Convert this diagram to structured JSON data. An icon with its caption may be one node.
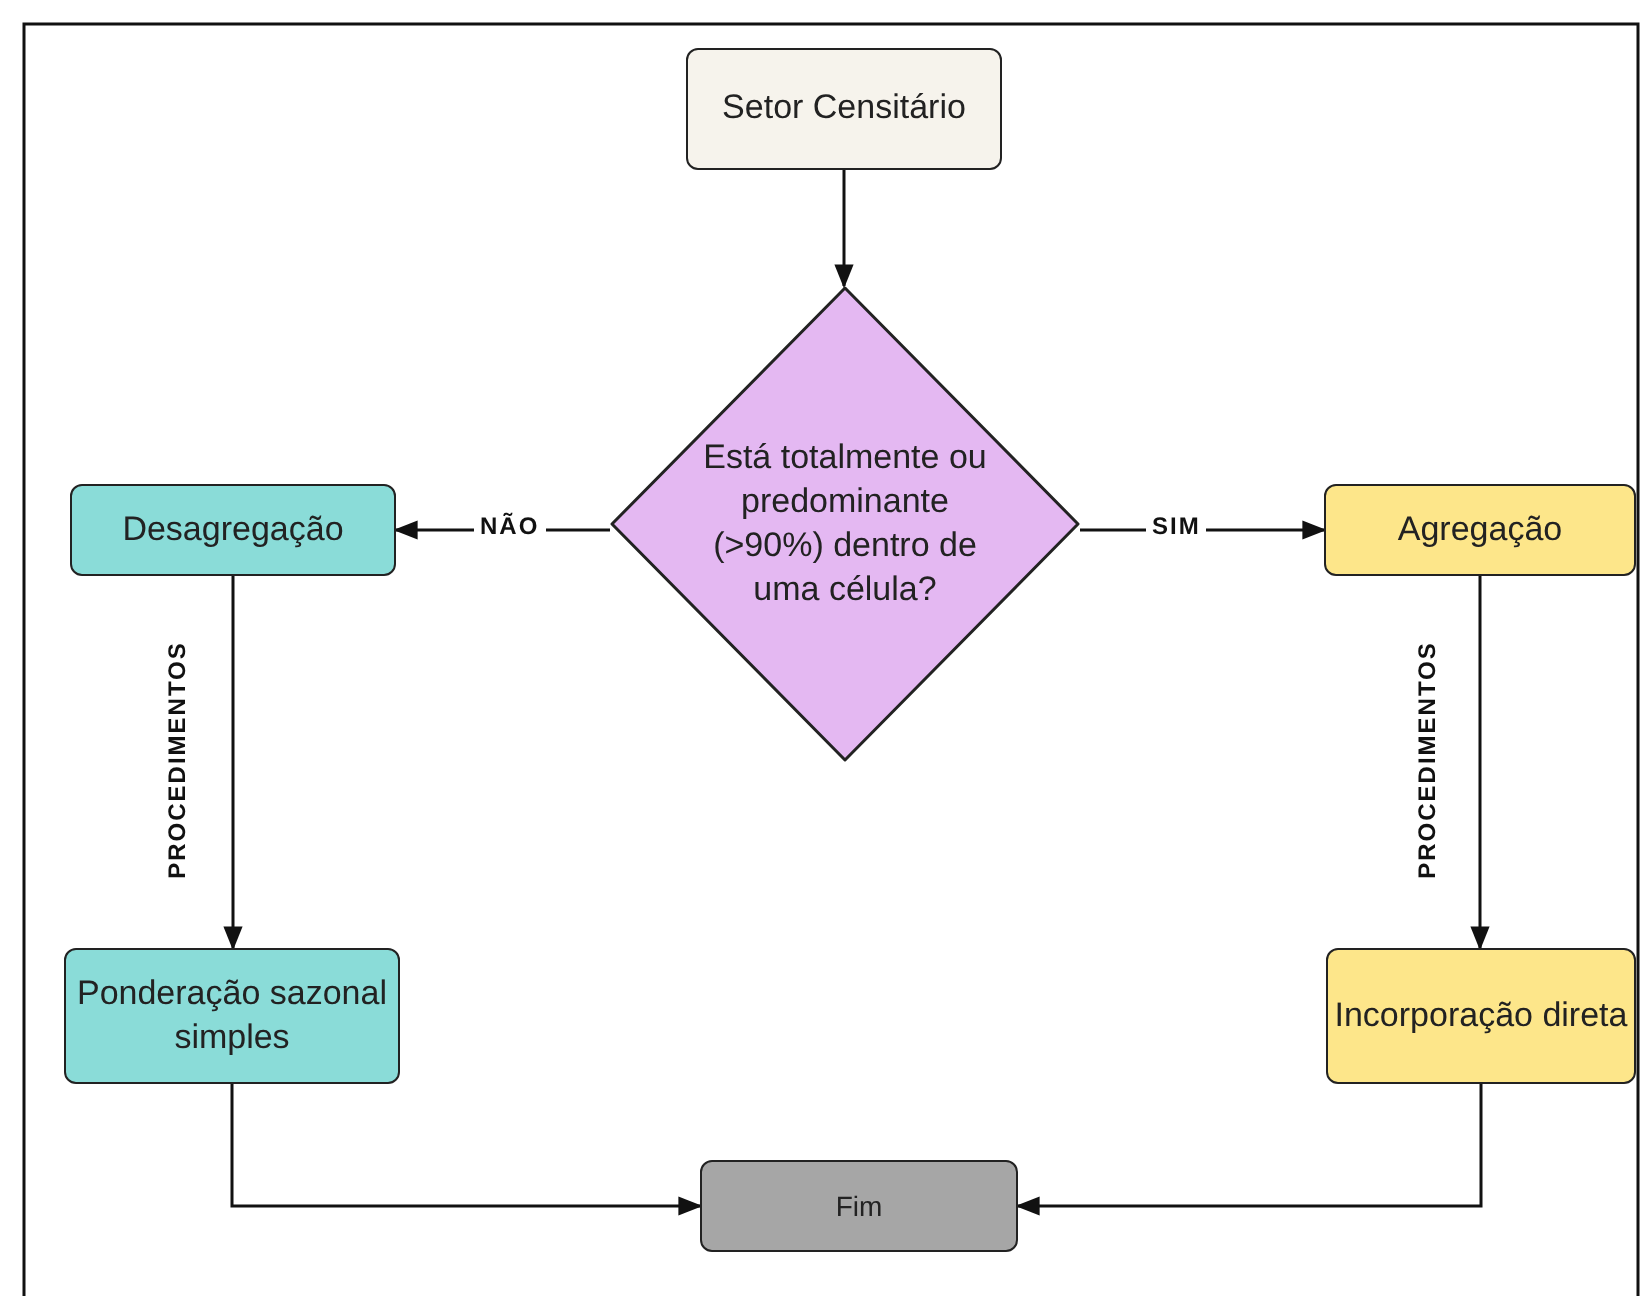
{
  "diagram": {
    "nodes": [
      {
        "text": [
          "Setor Censitário"
        ]
      },
      {
        "text": [
          "Está totalmente ou predominante (>90%) dentro de uma célula?"
        ]
      },
      {
        "text": [
          "Desagregação"
        ]
      },
      {
        "text": [
          "Agregação"
        ]
      },
      {
        "text": [
          "Ponderação sazonal simples"
        ]
      },
      {
        "text": [
          "Incorporação direta"
        ]
      },
      {
        "text": [
          "Fim"
        ]
      }
    ],
    "edges": [
      {
        "from": 0,
        "to": 1,
        "arrow": "to"
      },
      {
        "from": 1,
        "to": 2,
        "arrow": "to",
        "label": "NÃO"
      },
      {
        "from": 1,
        "to": 3,
        "arrow": "to",
        "label": "SIM"
      },
      {
        "from": 2,
        "to": 4,
        "arrow": "to",
        "label": "PROCEDIMENTOS"
      },
      {
        "from": 3,
        "to": 5,
        "arrow": "to",
        "label": "PROCEDIMENTOS"
      },
      {
        "from": 4,
        "to": 6,
        "arrow": "to"
      },
      {
        "from": 5,
        "to": 6,
        "arrow": "to"
      }
    ]
  }
}
